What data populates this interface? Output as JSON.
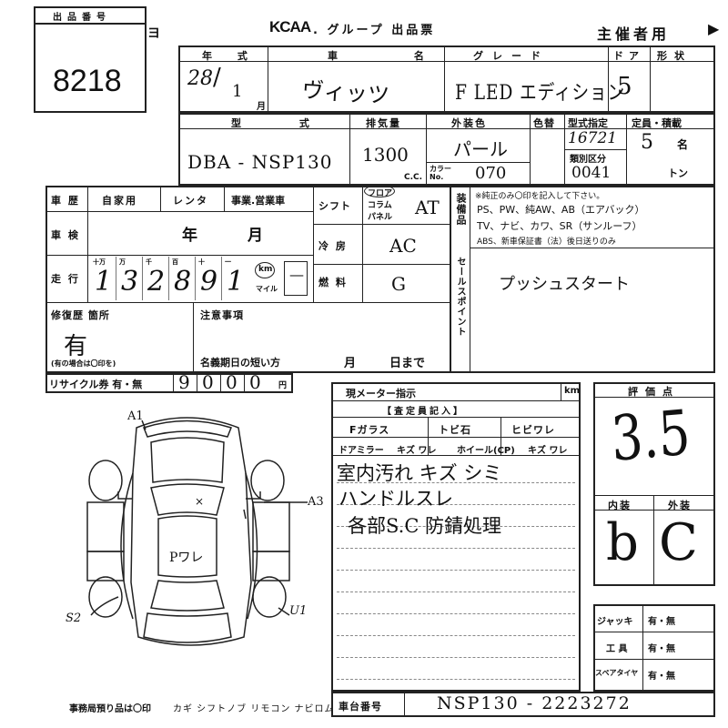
{
  "header": {
    "lot_label": "出品番号",
    "lot_number": "8218",
    "side_mark": "ヨ",
    "logo": "KCAA",
    "title": ". グループ 出品票",
    "organizer": "主催者用",
    "arrow": "▶"
  },
  "row1": {
    "year_label": "年 式",
    "car_name_label": "車 名",
    "grade_label": "グレード",
    "door_label": "ドア",
    "shape_label": "形状",
    "year_value": "28",
    "month_value": "1",
    "month_unit": "月",
    "car_name_value": "ヴィッツ",
    "grade_value": "F LED エディション",
    "door_value": "5"
  },
  "row2": {
    "model_label": "型 式",
    "displacement_label": "排気量",
    "ext_color_label": "外装色",
    "color_change_label": "色替",
    "type_cert_label": "型式指定",
    "capacity_label": "定員・積載",
    "model_value": "DBA - NSP130",
    "displacement_value": "1300",
    "cc_unit": "C.C.",
    "color_value": "パール",
    "color_no_label": "カラー No.",
    "color_no_value": "070",
    "type_cert_value": "16721",
    "class_label": "類別区分",
    "class_value": "0041",
    "capacity_value": "5",
    "capacity_unit": "名",
    "ton_unit": "トン"
  },
  "history": {
    "history_label": "車 歴",
    "opt1": "自家用",
    "opt2": "レンタ",
    "opt3": "事業.営業車",
    "inspection_label": "車 検",
    "year_unit": "年",
    "month_unit": "月",
    "mileage_label": "走 行",
    "digit_units": [
      "十万",
      "万",
      "千",
      "百",
      "十",
      "一"
    ],
    "mileage_digits": [
      "1",
      "3",
      "2",
      "8",
      "9",
      "1"
    ],
    "km_label": "km",
    "mile_label": "マイル",
    "repair_label": "修復歴 箇所",
    "repair_value": "有",
    "repair_note": "(有の場合は〇印を)"
  },
  "mech": {
    "shift_label": "シフト",
    "shift_opts": [
      "フロア",
      "コラム",
      "パネル"
    ],
    "shift_value": "AT",
    "ac_label": "冷 房",
    "ac_value": "AC",
    "fuel_label": "燃 料",
    "fuel_value": "G"
  },
  "equipment": {
    "side_label": "装備品",
    "note": "※純正のみ〇印を記入して下さい。",
    "line1": "PS、PW、純AW、AB（エアバック）",
    "line2": "TV、ナビ、カワ、SR（サンルーフ）",
    "line3": "ABS、新車保証書（法）後日送りのみ",
    "sales_label": "セールスポイント",
    "sales_value": "プッシュスタート"
  },
  "notes": {
    "attention_label": "注意事項",
    "expiry_label": "名義期日の短い方",
    "month_unit": "月",
    "day_unit": "日まで"
  },
  "recycle": {
    "label": "リサイクル券 有・無",
    "digits": [
      "9",
      "0",
      "0",
      "0"
    ],
    "unit": "円"
  },
  "inspection": {
    "meter_label": "現メーター指示",
    "km_unit": "km",
    "appraiser_label": "【査定員記入】",
    "fglass_label": "Fガラス",
    "fglass_opt1": "トビ石",
    "fglass_opt2": "ヒビワレ",
    "mirror_label": "ドアミラー",
    "mirror_opts": "キズ ワレ",
    "wheel_label": "ホイール(CP)",
    "wheel_opts": "キズ ワレ",
    "comment1": "室内汚れ キズ シミ",
    "comment2": "ハンドルスレ",
    "comment3": "各部S.C 防錆処理"
  },
  "score": {
    "label": "評価点",
    "value": "3.5",
    "interior_label": "内装",
    "exterior_label": "外装",
    "interior_value": "b",
    "exterior_value": "C"
  },
  "tools": {
    "jack_label": "ジャッキ",
    "tool_label": "工 具",
    "spare_label": "スペアタイヤ",
    "opt": "有・無"
  },
  "diagram": {
    "mark_a1": "A1",
    "mark_a3": "A3",
    "mark_u1": "U1",
    "mark_s2": "S2",
    "mark_x": "×",
    "roof_note": "Pワレ"
  },
  "footer": {
    "office_label": "事務局預り品は〇印",
    "items": "カギ シフトノブ リモコン ナビロム",
    "chassis_label": "車台番号",
    "chassis_value": "NSP130 - 2223272"
  }
}
